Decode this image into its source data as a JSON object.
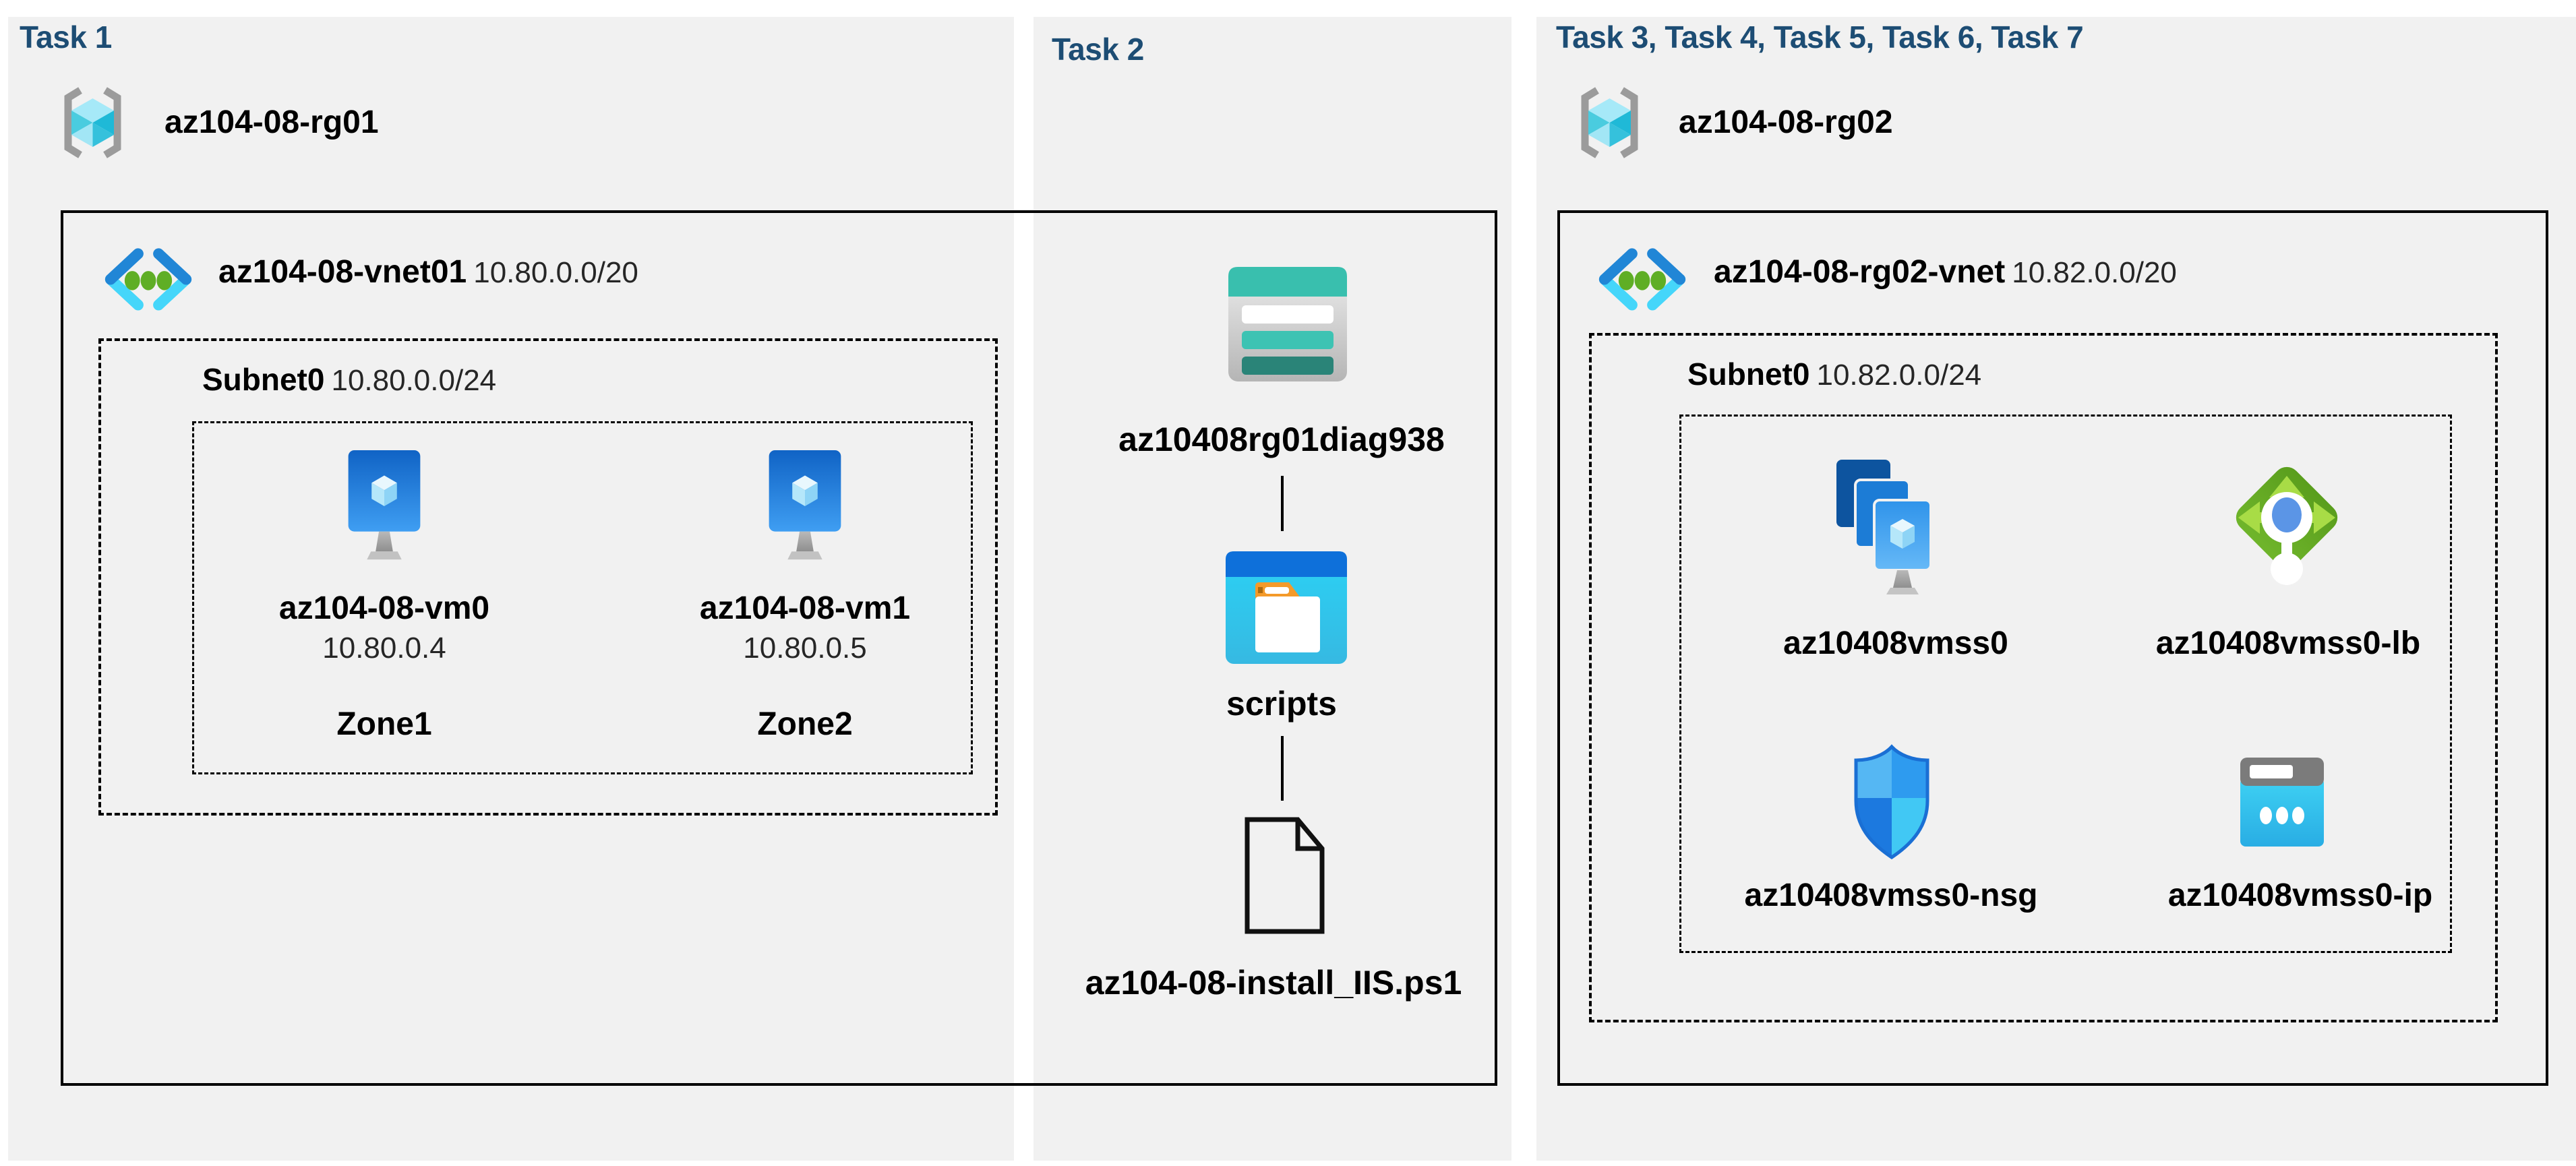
{
  "colors": {
    "page_bg": "#ffffff",
    "panel_bg": "#f1f1f1",
    "title_color": "#1d4d74",
    "text_color": "#000000",
    "line_color": "#000000",
    "vnet_blue": "#2186d6",
    "vnet_cyan": "#45d6fa",
    "vnet_green": "#5fae25",
    "storage_teal": "#39bfae",
    "container_blue": "#0e70da",
    "lb_green": "#6fb52b",
    "nsg_blue": "#2e9bef",
    "ip_cyan": "#35c8f0",
    "vm_blue": "#1063c5",
    "rg_cyan": "#4accdf"
  },
  "task1": {
    "title": "Task 1",
    "resource_group": "az104-08-rg01",
    "vnet_name": "az104-08-vnet01",
    "vnet_cidr": "10.80.0.0/20",
    "subnet_name": "Subnet0",
    "subnet_cidr": "10.80.0.0/24",
    "vms": [
      {
        "name": "az104-08-vm0",
        "ip": "10.80.0.4",
        "zone": "Zone1"
      },
      {
        "name": "az104-08-vm1",
        "ip": "10.80.0.5",
        "zone": "Zone2"
      }
    ]
  },
  "task2": {
    "title": "Task 2",
    "storage_account": "az10408rg01diag938",
    "container": "scripts",
    "script_file": "az104-08-install_IIS.ps1"
  },
  "task3": {
    "title": "Task 3, Task 4, Task 5, Task 6, Task 7",
    "resource_group": "az104-08-rg02",
    "vnet_name": "az104-08-rg02-vnet",
    "vnet_cidr": "10.82.0.0/20",
    "subnet_name": "Subnet0",
    "subnet_cidr": "10.82.0.0/24",
    "vmss": "az10408vmss0",
    "load_balancer": "az10408vmss0-lb",
    "nsg": "az10408vmss0-nsg",
    "public_ip": "az10408vmss0-ip"
  }
}
